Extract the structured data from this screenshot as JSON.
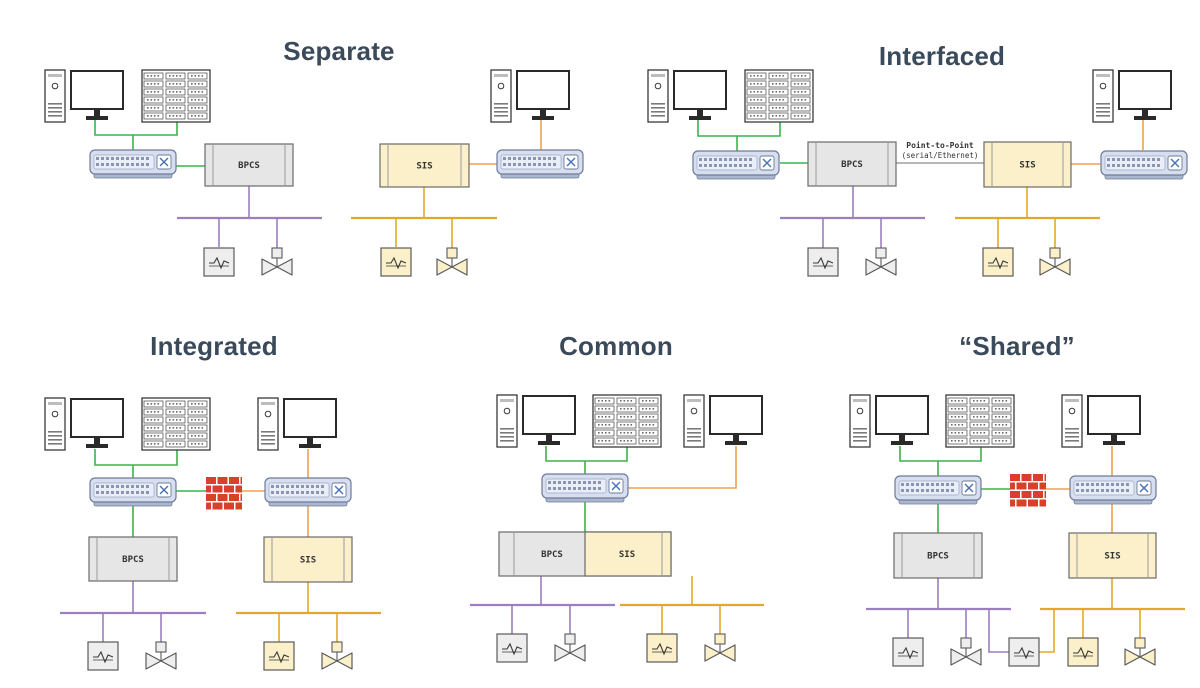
{
  "colors": {
    "bpcs_line": "#9b7fbf",
    "sis_line": "#e3a82b",
    "net_green": "#3bb34a",
    "net_orange": "#f0a050",
    "bpcs_fill": "#e6e6e6",
    "sis_fill": "#fbf0c9",
    "firewall": "#d8402c",
    "title": "#3b4a5a"
  },
  "panels": {
    "separate": {
      "title": "Separate",
      "bpcs_label": "BPCS",
      "sis_label": "SIS"
    },
    "interfaced": {
      "title": "Interfaced",
      "bpcs_label": "BPCS",
      "sis_label": "SIS",
      "link_title": "Point-to-Point",
      "link_sub": "(serial/Ethernet)"
    },
    "integrated": {
      "title": "Integrated",
      "bpcs_label": "BPCS",
      "sis_label": "SIS"
    },
    "common": {
      "title": "Common",
      "bpcs_label": "BPCS",
      "sis_label": "SIS"
    },
    "shared": {
      "title": "“Shared”",
      "bpcs_label": "BPCS",
      "sis_label": "SIS"
    }
  },
  "icons": {
    "workstation": "computer-tower-monitor-icon",
    "server": "server-rack-icon",
    "switch": "network-switch-icon",
    "firewall": "brick-firewall-icon",
    "transmitter": "transmitter-icon",
    "valve": "valve-icon"
  }
}
